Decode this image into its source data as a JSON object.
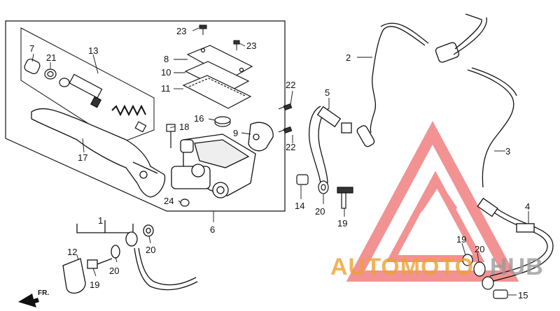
{
  "diagram": {
    "callouts": [
      {
        "id": "c1",
        "text": "1"
      },
      {
        "id": "c2",
        "text": "2"
      },
      {
        "id": "c3",
        "text": "3"
      },
      {
        "id": "c4",
        "text": "4"
      },
      {
        "id": "c5",
        "text": "5"
      },
      {
        "id": "c6",
        "text": "6"
      },
      {
        "id": "c7",
        "text": "7"
      },
      {
        "id": "c8",
        "text": "8"
      },
      {
        "id": "c9",
        "text": "9"
      },
      {
        "id": "c10",
        "text": "10"
      },
      {
        "id": "c11",
        "text": "11"
      },
      {
        "id": "c12",
        "text": "12"
      },
      {
        "id": "c13",
        "text": "13"
      },
      {
        "id": "c14",
        "text": "14"
      },
      {
        "id": "c15",
        "text": "15"
      },
      {
        "id": "c16",
        "text": "16"
      },
      {
        "id": "c17",
        "text": "17"
      },
      {
        "id": "c18",
        "text": "18"
      },
      {
        "id": "c19a",
        "text": "19"
      },
      {
        "id": "c19b",
        "text": "19"
      },
      {
        "id": "c19c",
        "text": "19"
      },
      {
        "id": "c20a",
        "text": "20"
      },
      {
        "id": "c20b",
        "text": "20"
      },
      {
        "id": "c20c",
        "text": "20"
      },
      {
        "id": "c20d",
        "text": "20"
      },
      {
        "id": "c21",
        "text": "21"
      },
      {
        "id": "c22a",
        "text": "22"
      },
      {
        "id": "c22b",
        "text": "22"
      },
      {
        "id": "c23a",
        "text": "23"
      },
      {
        "id": "c23b",
        "text": "23"
      },
      {
        "id": "c24",
        "text": "24"
      }
    ],
    "direction_label": "FR.",
    "watermark": {
      "text_part1": "AUTOMOTO",
      "text_part2": "HUB",
      "color_primary": "#f0a030",
      "color_secondary": "#9a9a9a",
      "logo_color": "#e83a3a"
    }
  }
}
